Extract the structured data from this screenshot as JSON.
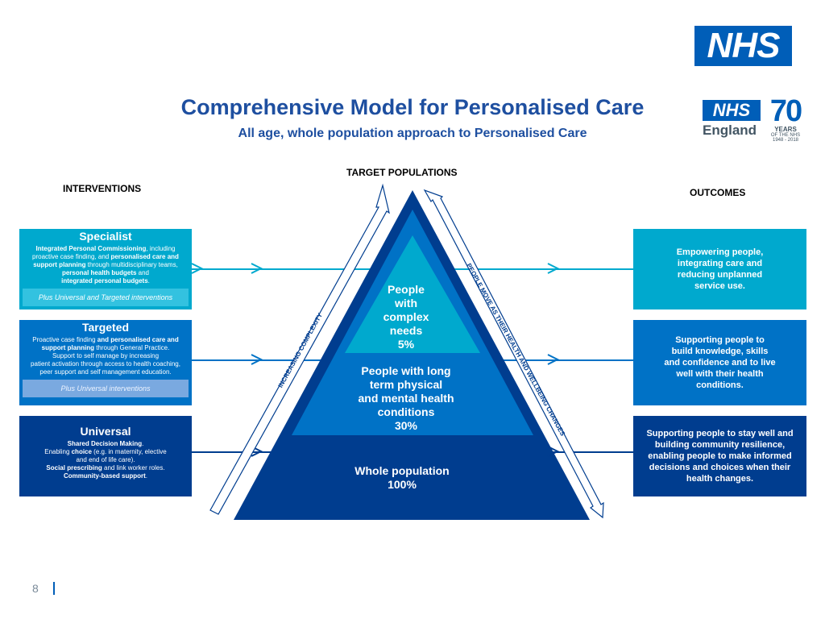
{
  "logo_top": "NHS",
  "title": "Comprehensive Model for Personalised Care",
  "subtitle": "All age, whole population approach to Personalised Care",
  "nhs_england": {
    "nhs": "NHS",
    "england": "England"
  },
  "anniversary": {
    "number": "70",
    "years": "YEARS",
    "of_the_nhs": "OF THE NHS",
    "range": "1948 - 2018"
  },
  "headers": {
    "interventions": "INTERVENTIONS",
    "target_populations": "TARGET POPULATIONS",
    "outcomes": "OUTCOMES"
  },
  "interventions": {
    "specialist": {
      "title": "Specialist",
      "l1a": "Integrated Personal Commissioning",
      "l1b": ", including",
      "l2a": "proactive case finding, and ",
      "l2b": "personalised care and",
      "l3a": "support planning",
      "l3b": " through multidisciplinary teams,",
      "l4a": "personal health budgets",
      "l4b": " and",
      "l5a": "integrated personal budgets",
      "l5b": ".",
      "plus": "Plus Universal and Targeted interventions"
    },
    "targeted": {
      "title": "Targeted",
      "l1a": "Proactive case finding ",
      "l1b": "and personalised care and",
      "l2a": "support planning",
      "l2b": " through General Practice.",
      "l3": "Support to self manage by increasing",
      "l4": "patient activation through access to health coaching,",
      "l5": "peer support and self management education.",
      "plus": "Plus Universal interventions"
    },
    "universal": {
      "title": "Universal",
      "l1a": "Shared Decision Making",
      "l1b": ".",
      "l2a": "Enabling ",
      "l2b": "choice",
      "l2c": " (e.g. in maternity, elective",
      "l3": "and end of life care).",
      "l4a": "Social prescribing",
      "l4b": " and link worker roles.",
      "l5a": "Community-based support",
      "l5b": "."
    }
  },
  "populations": {
    "complex_l1": "People",
    "complex_l2": "with",
    "complex_l3": "complex",
    "complex_l4": "needs",
    "complex_pct": "5%",
    "ltc_l1": "People with long",
    "ltc_l2": "term physical",
    "ltc_l3": "and mental health",
    "ltc_l4": "conditions",
    "ltc_pct": "30%",
    "whole_l1": "Whole population",
    "whole_pct": "100%"
  },
  "arrows": {
    "left": "INCREASING COMPLEXITY",
    "right": "PEOPLE MOVE AS THEIR HEALTH AND WELLBEING CHANGES"
  },
  "outcomes": {
    "specialist": {
      "l1": "Empowering people,",
      "l2": "integrating care and",
      "l3": "reducing unplanned",
      "l4": "service use."
    },
    "targeted": {
      "l1": "Supporting people to",
      "l2": "build knowledge, skills",
      "l3": "and confidence and to live",
      "l4": "well with their health",
      "l5": "conditions."
    },
    "universal": {
      "l1": "Supporting people to stay well and",
      "l2": "building community resilience,",
      "l3": "enabling people to make informed",
      "l4": "decisions and choices when their",
      "l5": "health changes."
    }
  },
  "colors": {
    "specialist": "#00a9ce",
    "targeted": "#0072c6",
    "universal": "#003d8f",
    "title": "#1e4fa0",
    "nhs_blue": "#005eb8"
  },
  "page_number": "8"
}
